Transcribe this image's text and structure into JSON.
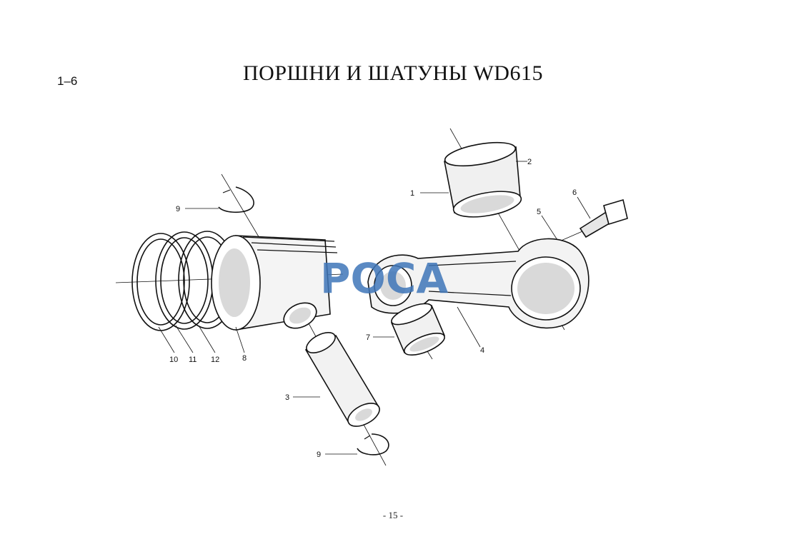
{
  "header": {
    "section_code": "1–6",
    "title": "ПОРШНИ  И  ШАТУНЫ WD615"
  },
  "watermark": {
    "text": "РОСА"
  },
  "footer": {
    "page_number": "- 15 -"
  },
  "callouts": {
    "c1": "1",
    "c2": "2",
    "c3": "3",
    "c4": "4",
    "c5": "5",
    "c6": "6",
    "c7": "7",
    "c8": "8",
    "c9_top": "9",
    "c9_bottom": "9",
    "c10": "10",
    "c11": "11",
    "c12": "12"
  },
  "colors": {
    "watermark": "#3f76b9",
    "line": "#111111"
  }
}
